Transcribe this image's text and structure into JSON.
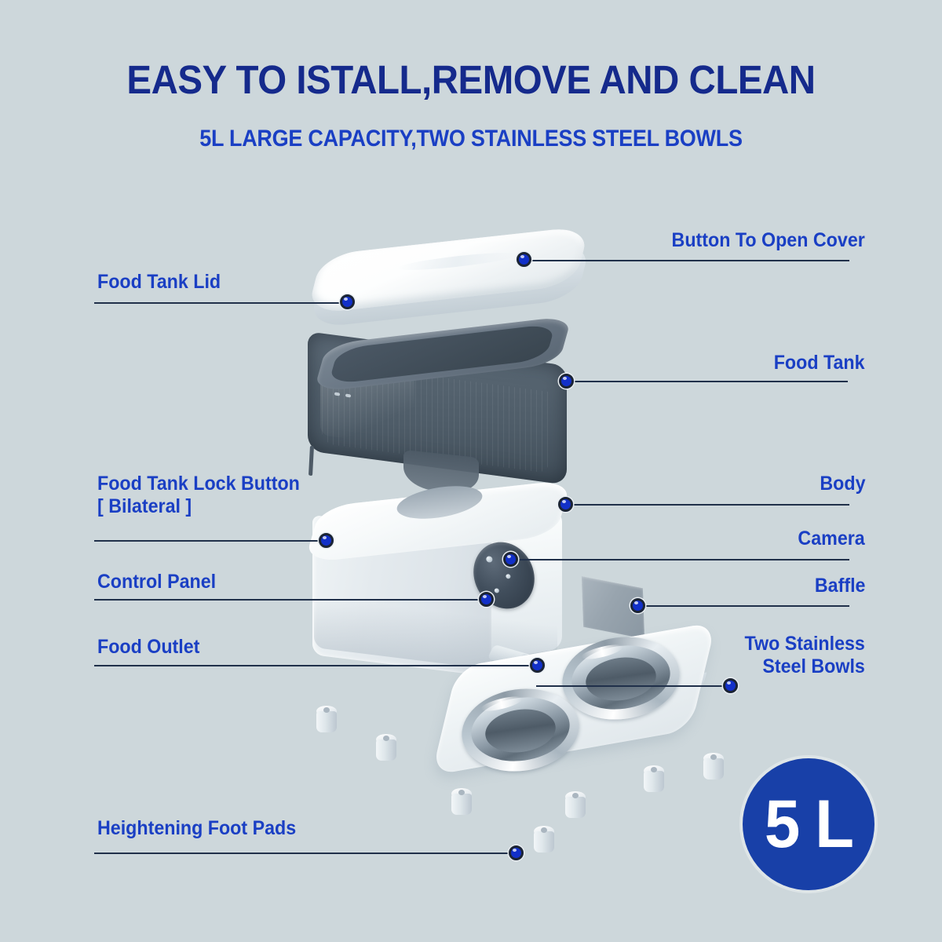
{
  "header": {
    "title": "EASY TO ISTALL,REMOVE AND CLEAN",
    "subtitle": "5L LARGE CAPACITY,TWO STAINLESS STEEL BOWLS"
  },
  "badge": {
    "text": "5 L"
  },
  "colors": {
    "background": "#cdd7db",
    "title_blue": "#152a8c",
    "label_blue": "#1a3fc4",
    "leader_line": "#20304a",
    "marker_dot": "#1230c8",
    "badge_fill": "#1840a8"
  },
  "callouts": {
    "left": [
      {
        "id": "food-tank-lid",
        "lines": [
          "Food Tank Lid"
        ]
      },
      {
        "id": "food-tank-lock",
        "lines": [
          "Food Tank Lock Button",
          "[ Bilateral ]"
        ]
      },
      {
        "id": "control-panel",
        "lines": [
          "Control Panel"
        ]
      },
      {
        "id": "food-outlet",
        "lines": [
          "Food Outlet"
        ]
      },
      {
        "id": "heightening-foot-pads",
        "lines": [
          "Heightening Foot Pads"
        ]
      }
    ],
    "right": [
      {
        "id": "button-to-open-cover",
        "lines": [
          "Button To Open Cover"
        ]
      },
      {
        "id": "food-tank",
        "lines": [
          "Food Tank"
        ]
      },
      {
        "id": "body",
        "lines": [
          "Body"
        ]
      },
      {
        "id": "camera",
        "lines": [
          "Camera"
        ]
      },
      {
        "id": "baffle",
        "lines": [
          "Baffle"
        ]
      },
      {
        "id": "two-stainless-bowls",
        "lines": [
          "Two Stainless",
          "Steel Bowls"
        ]
      }
    ]
  }
}
